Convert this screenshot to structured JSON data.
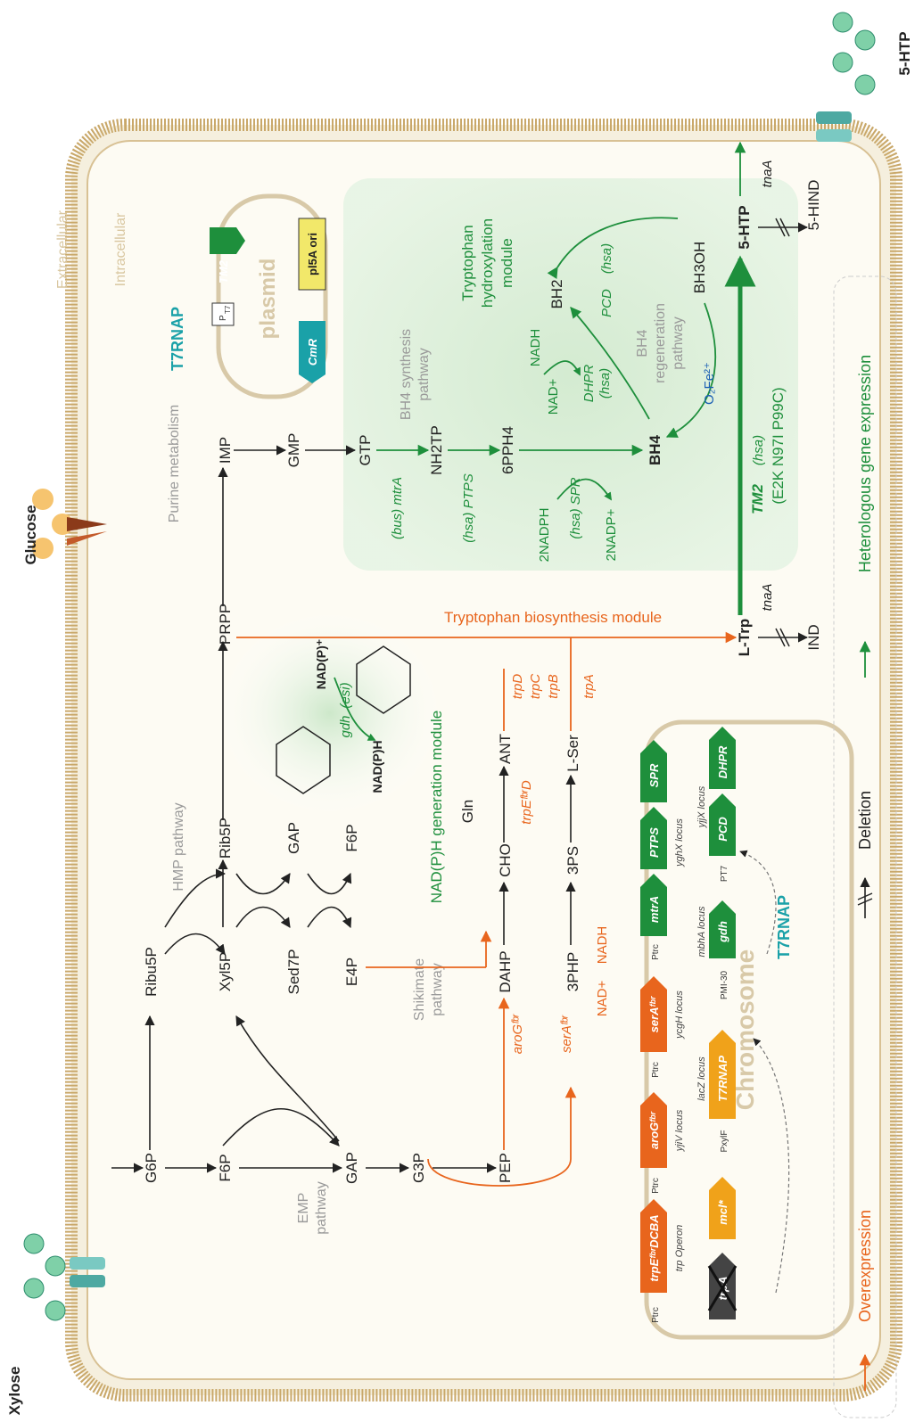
{
  "regions": {
    "extracellular": "Extracellular",
    "intracellular": "Intracellular"
  },
  "transport": {
    "glucose": "Glucose",
    "xylose": "Xylose",
    "product_out": "5-HTP"
  },
  "pathways": {
    "emp": [
      "EMP",
      "pathway"
    ],
    "hmp": "HMP pathway",
    "shikimate": [
      "Shikimate",
      "pathway"
    ],
    "purine": "Purine metabolism",
    "bh4_synthesis": [
      "BH4 synthesis",
      "pathway"
    ],
    "bh4_regeneration": [
      "BH4",
      "regeneration",
      "pathway"
    ]
  },
  "modules": {
    "nadph": "NAD(P)H generation module",
    "tryptophan": "Tryptophan biosynthesis module",
    "hydroxylation": [
      "Tryptophan",
      "hydroxylation",
      "module"
    ]
  },
  "metabolites": {
    "g6p": "G6P",
    "f6p": "F6P",
    "gap": "GAP",
    "g3p": "G3P",
    "pep": "PEP",
    "ribu5p": "Ribu5P",
    "xyl5p": "Xyl5P",
    "sed7p": "Sed7P",
    "e4p": "E4P",
    "rib5p": "Rib5P",
    "gap2": "GAP",
    "f6p2": "F6P",
    "dahp": "DAHP",
    "cho": "CHO",
    "ant": "ANT",
    "gln": "Gln",
    "php3": "3PHP",
    "ps3": "3PS",
    "lser": "L-Ser",
    "prpp": "PRPP",
    "imp": "IMP",
    "gmp": "GMP",
    "gtp": "GTP",
    "nh2tp": "NH2TP",
    "pph4": "6PPH4",
    "bh4": "BH4",
    "bh2": "BH2",
    "bh3oh": "BH3OH",
    "ltrp": "L-Trp",
    "htp": "5-HTP",
    "ind": "IND",
    "hind": "5-HIND",
    "nadp_plus": "NAD(P)⁺",
    "nadph": "NAD(P)H",
    "nad_plus": "NAD+",
    "nadh": "NADH",
    "nad_plus2": "NAD+",
    "nadh2": "NADH",
    "nadph2": "2NADPH",
    "nadp2": "2NADP+",
    "o2fe": "O₂Fe²⁺"
  },
  "enzymes": {
    "arog": "aroGᶠᵇʳ",
    "sera": "serAᶠᵇʳ",
    "trpe": "trpEᶠᵇʳD",
    "trpd": "trpD",
    "trpc": "trpC",
    "trpb": "trpB",
    "trpa": "trpA",
    "gdh": "gdh",
    "gdh_src": "(esi)",
    "mtra": "(bus) mtrA",
    "ptps": "(hsa) PTPS",
    "spr": "(hsa) SPR",
    "dhpr": "DHPR",
    "dhpr_src": "(hsa)",
    "pcd": "PCD",
    "pcd_src": "(hsa)",
    "tm2": "TM2",
    "tm2_src": "(hsa)",
    "tm2_mut": "(E2K N97I P99C)",
    "tnaa1": "tnaA",
    "tnaa2": "tnaA"
  },
  "plasmid": {
    "title": "plasmid",
    "polymerase": "T7RNAP",
    "promoter": "P",
    "promoter_sub": "T7",
    "parts": [
      "TM2",
      "pl5A ori",
      "CmR"
    ]
  },
  "chromosome": {
    "title": "Chromosome",
    "polymerase": "T7RNAP",
    "top_genes": [
      {
        "prom": "Ptrc",
        "gene": "trpEᶠᵇʳDCBA",
        "color": "#e8651d"
      },
      {
        "prom": "Ptrc",
        "gene": "aroGᶠᵇʳ",
        "color": "#e8651d"
      },
      {
        "prom": "Ptrc",
        "gene": "serAᶠᵇʳ",
        "color": "#e8651d"
      },
      {
        "prom": "Ptrc",
        "gene": "mtrA",
        "color": "#1e8f3c"
      },
      {
        "prom": "",
        "gene": "PTPS",
        "color": "#1e8f3c"
      },
      {
        "prom": "",
        "gene": "SPR",
        "color": "#1e8f3c"
      }
    ],
    "top_loci": [
      "trp Operon",
      "yjiV locus",
      "ycgH locus",
      "yghX locus"
    ],
    "bottom_genes": [
      {
        "prom": "",
        "gene": "trpA",
        "color": "#444444"
      },
      {
        "prom": "",
        "gene": "mcl*",
        "color": "#f0a21a"
      },
      {
        "prom": "PxylF",
        "gene": "T7RNAP",
        "color": "#f0a21a"
      },
      {
        "prom": "PMI-30",
        "gene": "gdh",
        "color": "#1e8f3c"
      },
      {
        "prom": "PT7",
        "gene": "PCD",
        "color": "#1e8f3c"
      },
      {
        "prom": "",
        "gene": "DHPR",
        "color": "#1e8f3c"
      }
    ],
    "bottom_loci": [
      "lacZ locus",
      "mbhA locus",
      "yjjX locus"
    ]
  },
  "legend": {
    "overexpression": "Overexpression",
    "deletion": "Deletion",
    "heterologous": "Heterologous gene expression"
  },
  "colors": {
    "orange": "#e8651d",
    "green": "#1e8f3c",
    "teal": "#1aa1a8",
    "membrane": "#c9a86a",
    "green_bg": "#d9efd8"
  }
}
